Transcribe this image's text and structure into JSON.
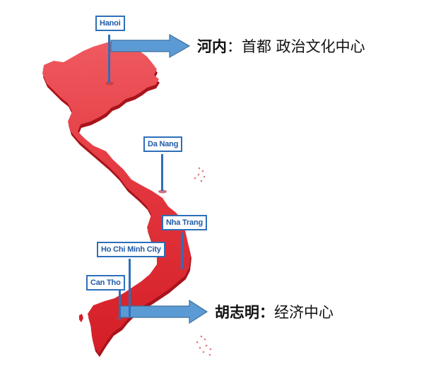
{
  "title": "Vietnam key cities map",
  "colors": {
    "map_fill": "#e0303a",
    "map_shadow": "#a8141c",
    "label_border": "#2e6fba",
    "label_text": "#1f5aa6",
    "arrow_fill": "#5b9bd5",
    "arrow_stroke": "#41719c"
  },
  "cities": [
    {
      "name": "Hanoi"
    },
    {
      "name": "Da Nang"
    },
    {
      "name": "Nha Trang"
    },
    {
      "name": "Ho Chi Minh City"
    },
    {
      "name": "Can Tho"
    }
  ],
  "annotations": {
    "hanoi": {
      "city": "河内",
      "colon": "：",
      "description": "首都 政治文化中心"
    },
    "hcmc": {
      "city": "胡志明",
      "colon": "：",
      "description": "经济中心"
    }
  }
}
